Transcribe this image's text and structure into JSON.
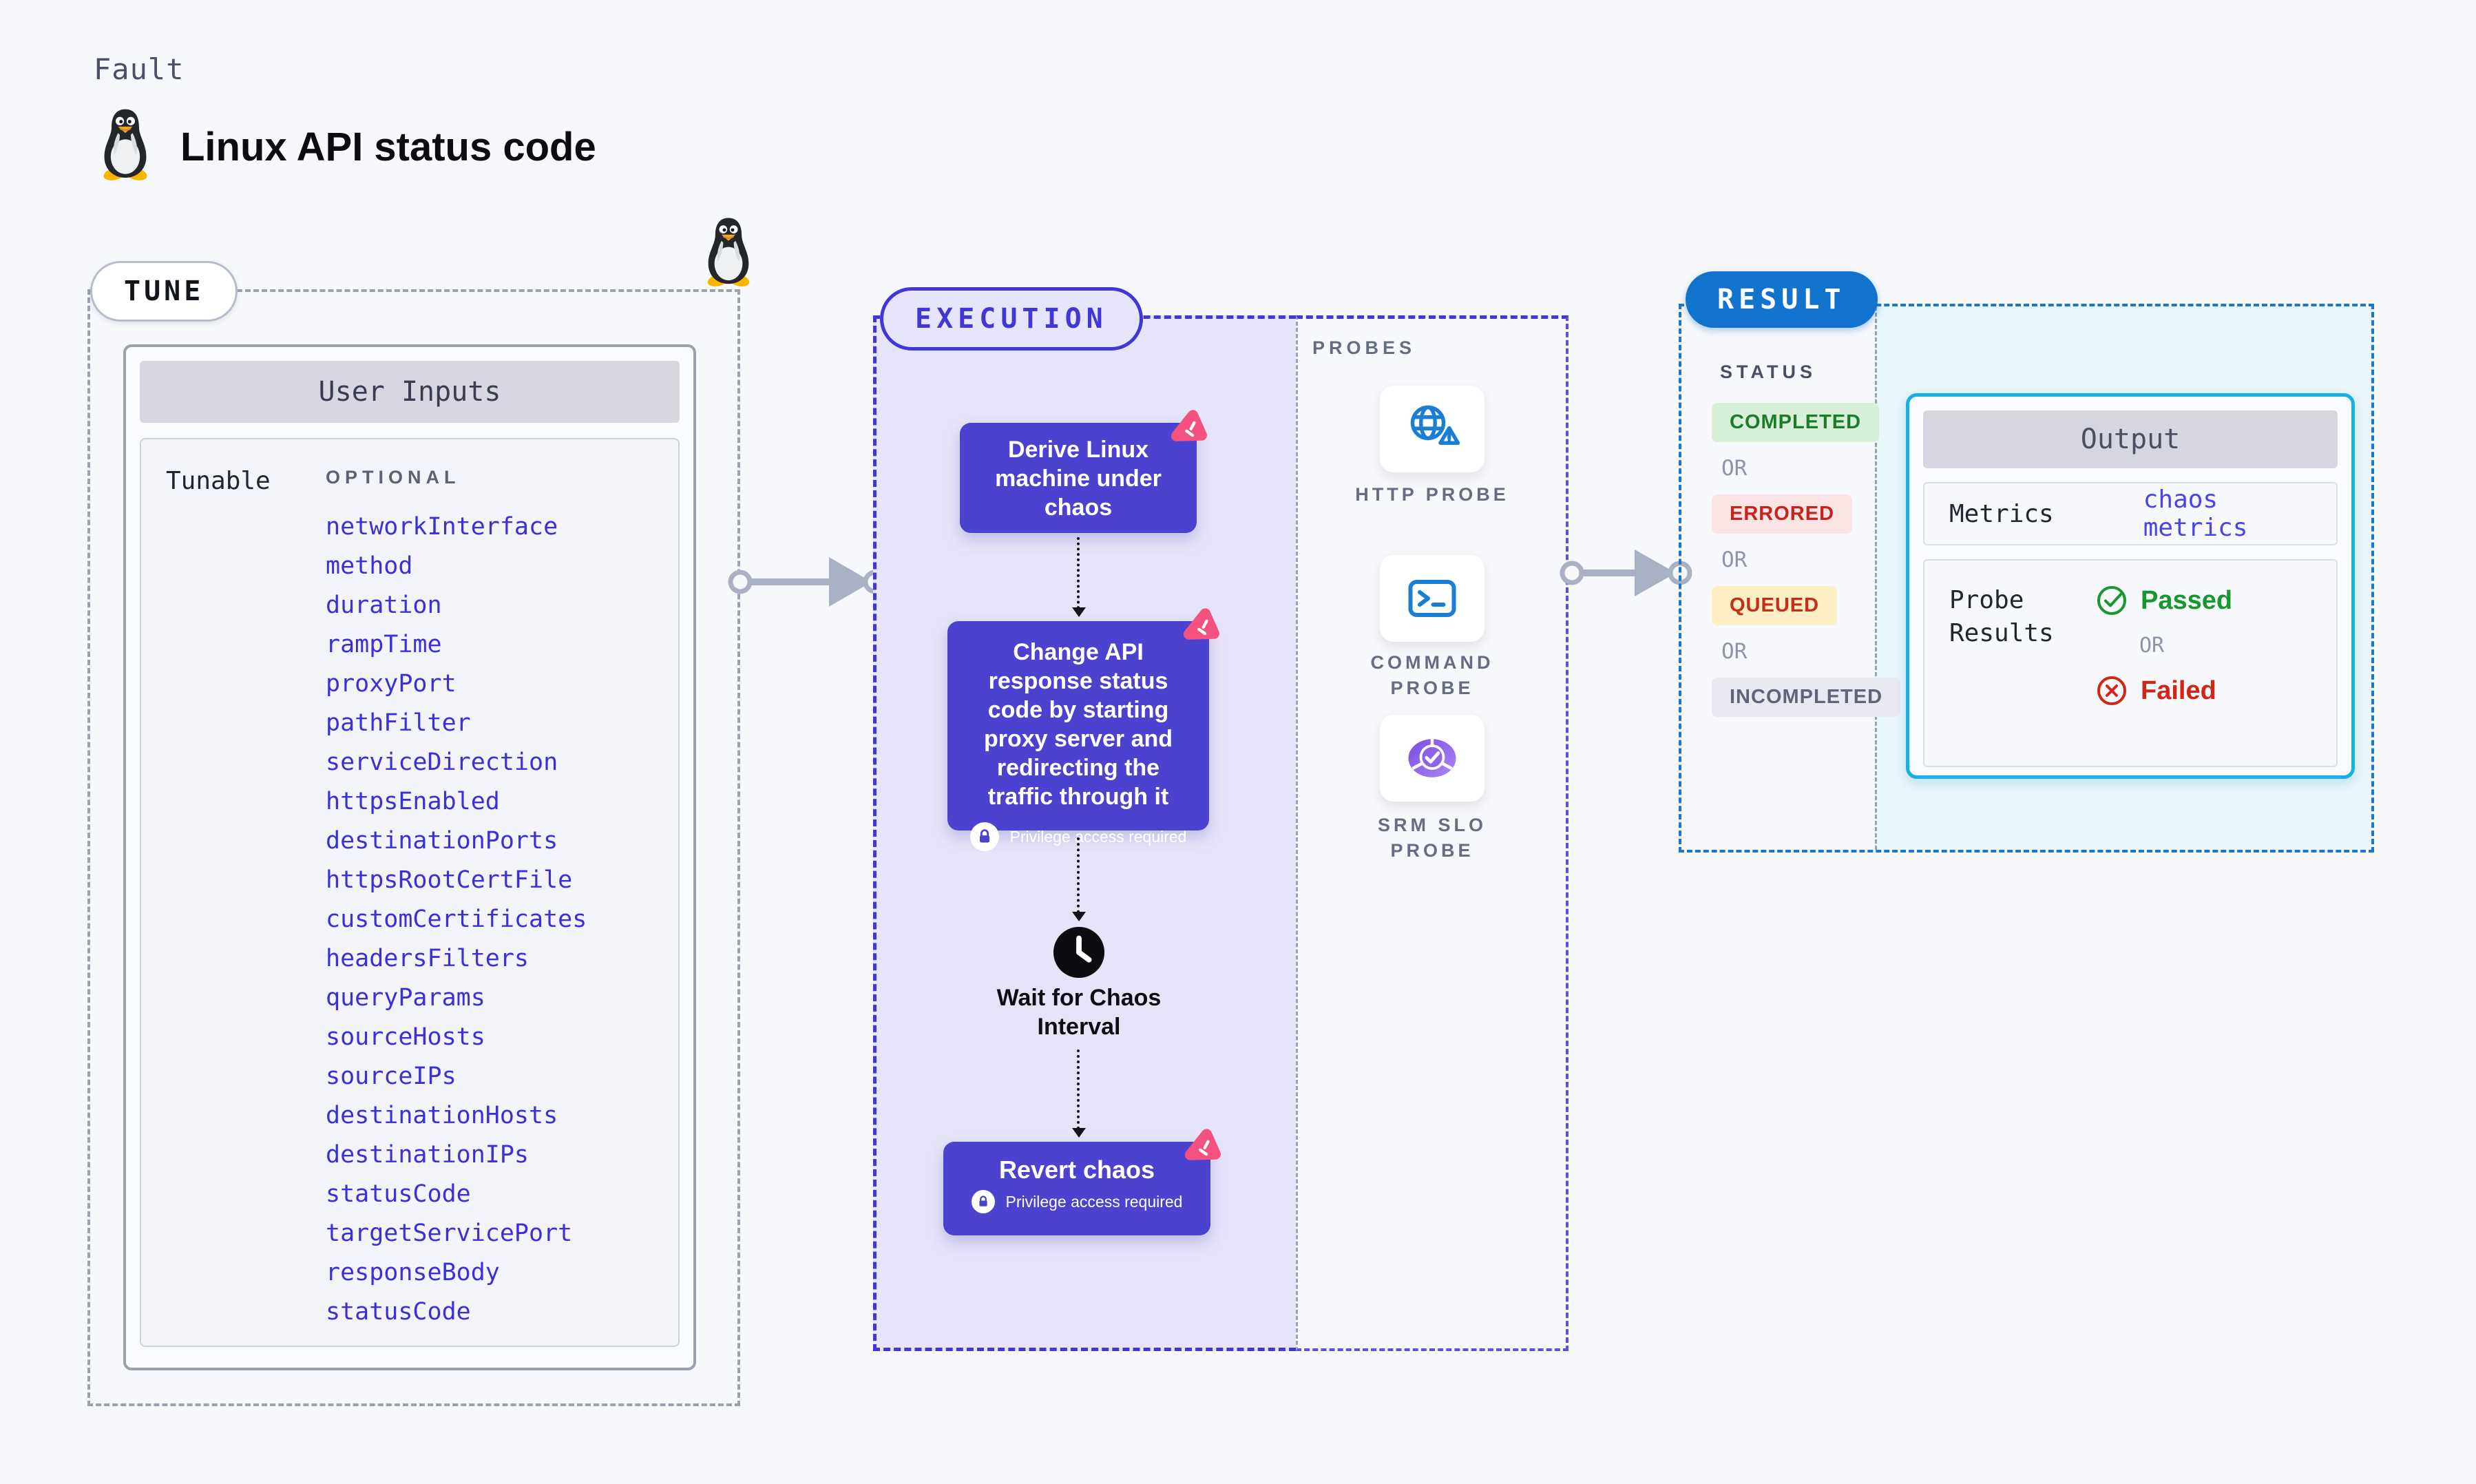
{
  "page": {
    "kicker": "Fault",
    "title": "Linux API status code"
  },
  "tune": {
    "label": "TUNE",
    "card_title": "User Inputs",
    "left_col": "Tunable",
    "optional_label": "OPTIONAL",
    "params": [
      "networkInterface",
      "method",
      "duration",
      "rampTime",
      "proxyPort",
      "pathFilter",
      "serviceDirection",
      "httpsEnabled",
      "destinationPorts",
      "httpsRootCertFile",
      "customCertificates",
      "headersFilters",
      "queryParams",
      "sourceHosts",
      "sourceIPs",
      "destinationHosts",
      "destinationIPs",
      "statusCode",
      "targetServicePort",
      "responseBody",
      "statusCode"
    ]
  },
  "execution": {
    "label": "EXECUTION",
    "step1": "Derive Linux machine under chaos",
    "step2": "Change API response status code by starting proxy server and redirecting the traffic through it",
    "privilege_label": "Privilege access required",
    "wait_label": "Wait for Chaos Interval",
    "revert_label": "Revert chaos"
  },
  "probes": {
    "label": "PROBES",
    "items": [
      {
        "label": "HTTP PROBE",
        "icon": "globe-warning-icon"
      },
      {
        "label": "COMMAND PROBE",
        "icon": "terminal-icon"
      },
      {
        "label": "SRM SLO PROBE",
        "icon": "slo-donut-icon"
      }
    ]
  },
  "result": {
    "label": "RESULT",
    "status_label": "STATUS",
    "statuses": [
      {
        "label": "COMPLETED"
      },
      {
        "label": "OR"
      },
      {
        "label": "ERRORED"
      },
      {
        "label": "OR"
      },
      {
        "label": "QUEUED"
      },
      {
        "label": "OR"
      },
      {
        "label": "INCOMPLETED"
      }
    ],
    "output": {
      "title": "Output",
      "metrics_label": "Metrics",
      "metrics_value": "chaos metrics",
      "probe_results_label": "Probe Results",
      "passed_label": "Passed",
      "or_label": "OR",
      "failed_label": "Failed"
    }
  },
  "colors": {
    "node_purple": "#4b42d0",
    "execution_border": "#4136d6",
    "badge_pink": "#f4517e",
    "result_blue": "#1173cd",
    "output_cyan": "#13b1e5",
    "param_blue": "#3a30d9",
    "passed_green": "#16982c",
    "failed_red": "#d32515"
  }
}
